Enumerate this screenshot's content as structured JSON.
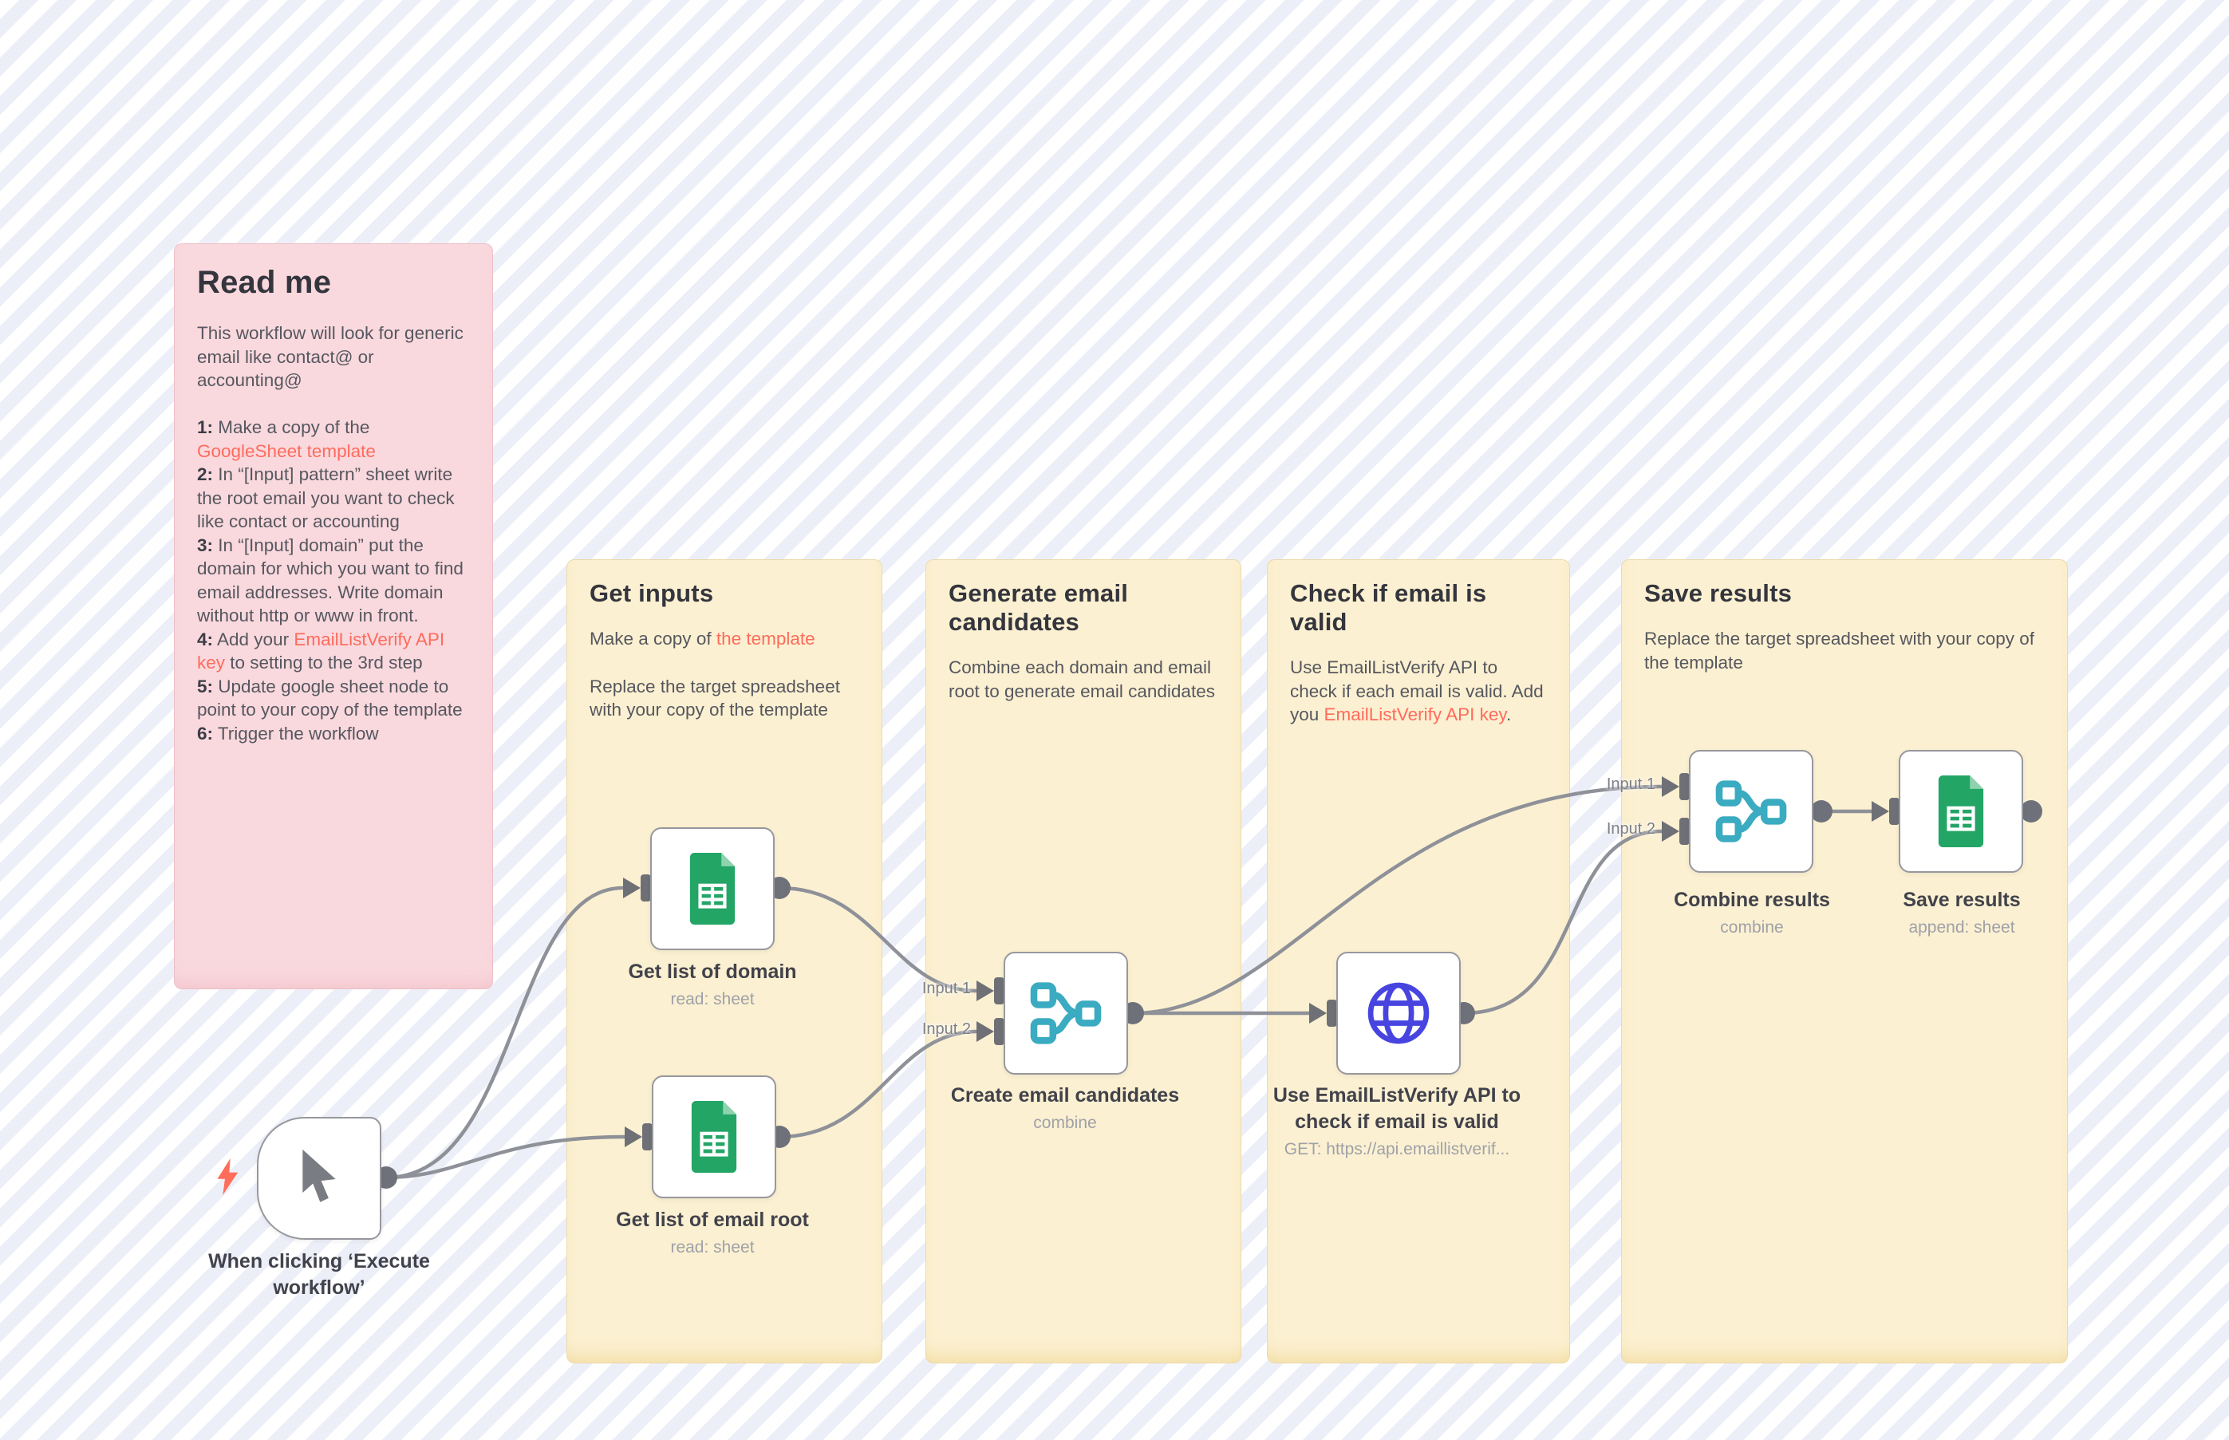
{
  "canvas": {
    "background_stripe_light": "#ffffff",
    "background_stripe_dark": "#edeff8"
  },
  "colors": {
    "sticky_yellow": "#fbf0cf",
    "sticky_pink": "#f9d8dd",
    "link_red": "#ff6b5c",
    "node_border": "#97989e",
    "connector_gray": "#8f9199",
    "endpoint_gray": "#6e7076",
    "text_dark": "#34353d",
    "text_body": "#56575f",
    "text_muted": "#9fa1a9",
    "sheets_green": "#23a566",
    "sheets_fold_green": "#8ed3ae",
    "merge_teal": "#3aabc0",
    "globe_blue": "#4744e0",
    "bolt_coral": "#ff6d5a",
    "cursor_gray": "#7a7c84"
  },
  "readme_note": {
    "title": "Read me",
    "intro": "This workflow will look for generic email like contact@ or accounting@",
    "steps": [
      {
        "num": "1:",
        "text": " Make a copy of the ",
        "link": "GoogleSheet template",
        "after": ""
      },
      {
        "num": "2:",
        "text": " In “[Input] pattern” sheet write the root email you want to check like contact or accounting"
      },
      {
        "num": "3:",
        "text": " In “[Input] domain” put the domain for which you want to find email addresses. Write domain without http or www in front."
      },
      {
        "num": "4:",
        "text": " Add your ",
        "link": "EmailListVerify API key",
        "after": " to setting to the 3rd step"
      },
      {
        "num": "5:",
        "text": " Update google sheet node to point to your copy of the template"
      },
      {
        "num": "6:",
        "text": " Trigger the workflow"
      }
    ]
  },
  "sticky_notes": {
    "get_inputs": {
      "title": "Get inputs",
      "p1_text": "Make a copy of ",
      "p1_link": "the template",
      "p2": "Replace the target spreadsheet with your copy of the template"
    },
    "generate": {
      "title": "Generate email candidates",
      "body": "Combine each domain and email root to generate email candidates"
    },
    "check": {
      "title": "Check if email is valid",
      "body_1": "Use EmailListVerify API to check if each email is valid. Add you ",
      "body_link": "EmailListVerify API key",
      "body_2": "."
    },
    "save": {
      "title": "Save results",
      "body": "Replace the target spreadsheet with your copy of the template"
    }
  },
  "nodes": {
    "trigger": {
      "label": "When clicking ‘Execute workflow’",
      "icon": "cursor-icon"
    },
    "get_domain": {
      "label": "Get list of domain",
      "subtitle": "read: sheet",
      "icon": "google-sheets-icon"
    },
    "get_email_root": {
      "label": "Get list of email root",
      "subtitle": "read: sheet",
      "icon": "google-sheets-icon"
    },
    "create_candidates": {
      "label": "Create email candidates",
      "subtitle": "combine",
      "icon": "merge-icon",
      "input1": "Input 1",
      "input2": "Input 2"
    },
    "check_email": {
      "label": "Use EmailListVerify API to check if email is valid",
      "subtitle": "GET: https://api.emaillistverif...",
      "icon": "globe-icon"
    },
    "combine_results": {
      "label": "Combine results",
      "subtitle": "combine",
      "icon": "merge-icon",
      "input1": "Input 1",
      "input2": "Input 2"
    },
    "save_results": {
      "label": "Save results",
      "subtitle": "append: sheet",
      "icon": "google-sheets-icon"
    }
  },
  "connections": [
    {
      "from": "trigger",
      "to": "get_domain"
    },
    {
      "from": "trigger",
      "to": "get_email_root"
    },
    {
      "from": "get_domain",
      "to": "create_candidates.input1"
    },
    {
      "from": "get_email_root",
      "to": "create_candidates.input2"
    },
    {
      "from": "create_candidates",
      "to": "check_email"
    },
    {
      "from": "create_candidates",
      "to": "combine_results.input1"
    },
    {
      "from": "check_email",
      "to": "combine_results.input2"
    },
    {
      "from": "combine_results",
      "to": "save_results"
    }
  ]
}
